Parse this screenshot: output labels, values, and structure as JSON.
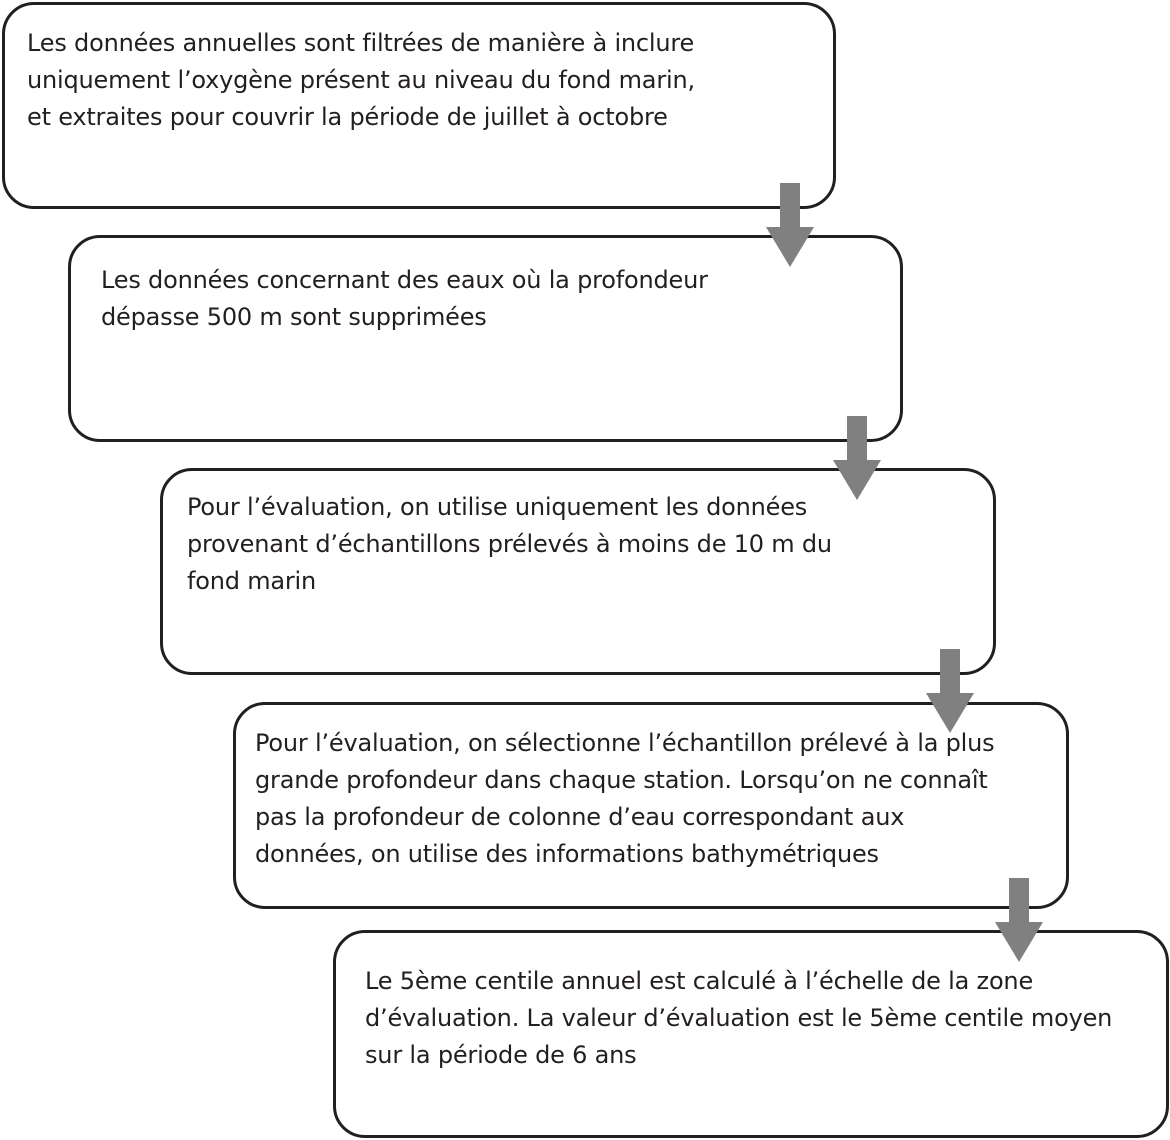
{
  "flowchart": {
    "colors": {
      "border": "#231f20",
      "text": "#231f20",
      "arrow": "#808080",
      "background": "#ffffff"
    },
    "steps": [
      {
        "lines": [
          "Les données annuelles sont filtrées de manière à inclure",
          "uniquement l’oxygène présent au niveau du fond marin,",
          "et extraites pour couvrir la période de juillet à octobre"
        ]
      },
      {
        "lines": [
          "Les données concernant des eaux où la profondeur",
          "dépasse 500 m sont supprimées"
        ]
      },
      {
        "lines": [
          "Pour l’évaluation, on utilise uniquement les données",
          "provenant d’échantillons prélevés à moins de 10 m du",
          "fond marin"
        ]
      },
      {
        "lines": [
          "Pour l’évaluation, on sélectionne l’échantillon prélevé à la plus",
          "grande profondeur dans chaque station. Lorsqu’on ne connaît",
          "pas la profondeur de colonne d’eau correspondant aux",
          "données, on utilise des informations bathymétriques"
        ]
      },
      {
        "lines": [
          "Le 5ème centile annuel est calculé à l’échelle de la zone",
          "d’évaluation. La valeur d’évaluation est le 5ème centile moyen",
          "sur la période de 6 ans"
        ]
      }
    ],
    "arrows": [
      {
        "icon": "arrow-down-icon"
      },
      {
        "icon": "arrow-down-icon"
      },
      {
        "icon": "arrow-down-icon"
      },
      {
        "icon": "arrow-down-icon"
      }
    ]
  }
}
